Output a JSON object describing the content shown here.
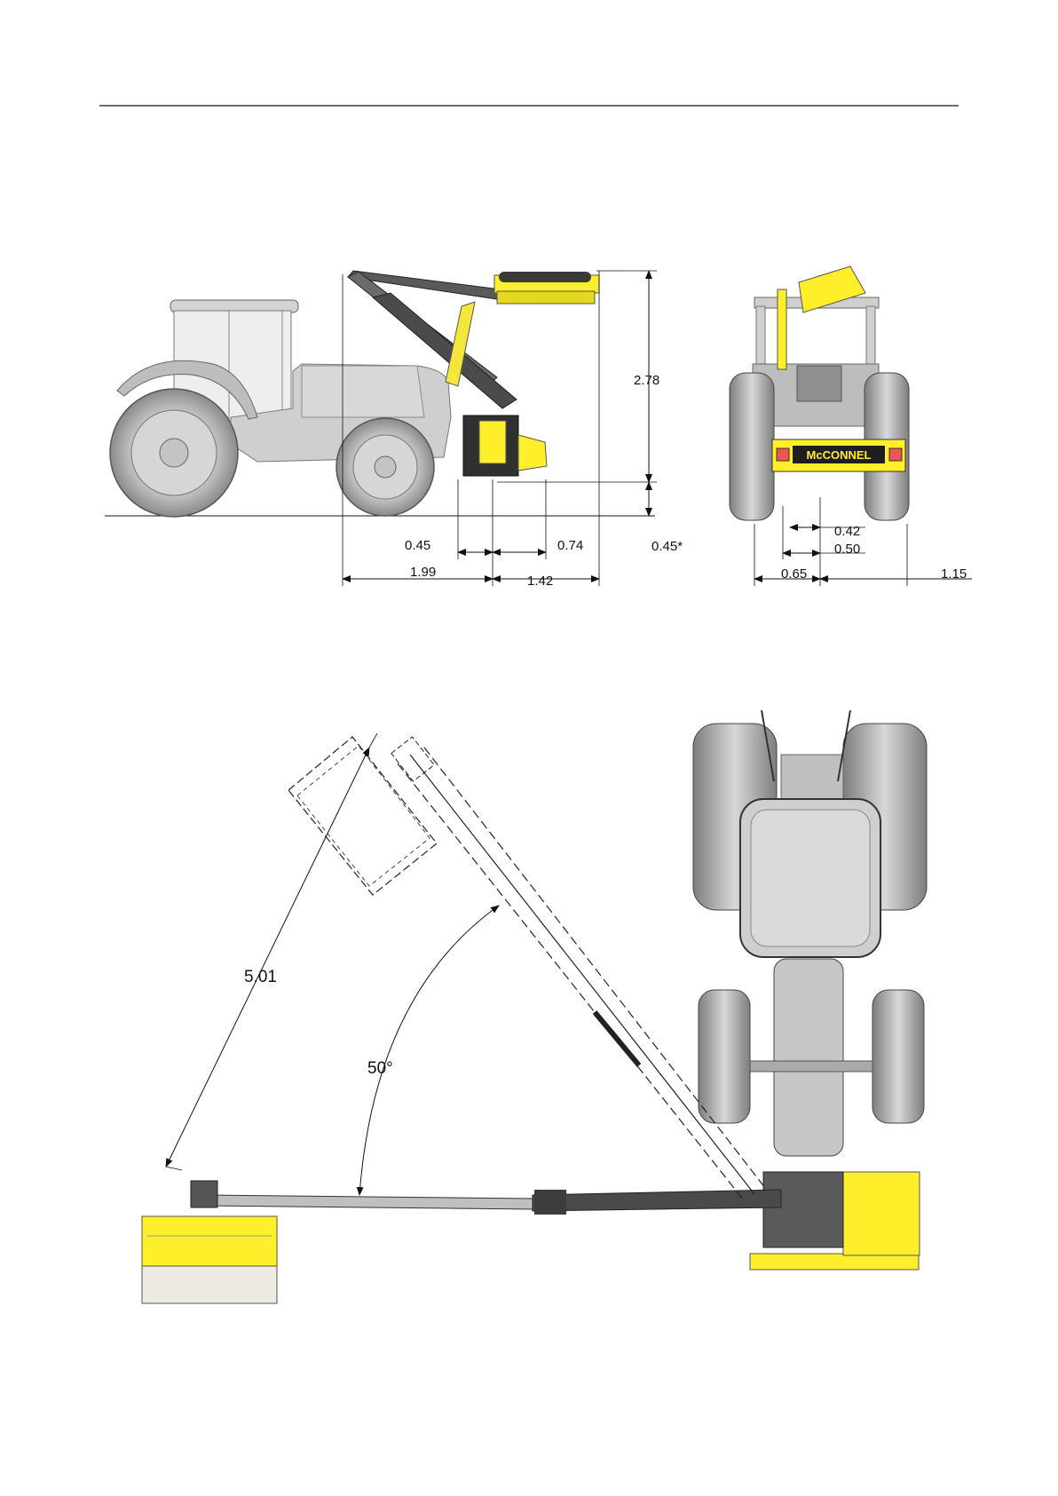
{
  "colors": {
    "implement_yellow": "#ffee2a",
    "tractor_grey": "#c6c6c6",
    "tyre_grey": "#9a9a9a",
    "arm_dark": "#5a5a5a",
    "line": "#111111"
  },
  "side_view": {
    "dimensions": {
      "height": "2.78",
      "ground_clearance": "0.45*",
      "a": "0.45",
      "b": "0.74",
      "c": "1.99",
      "d": "1.42"
    }
  },
  "rear_view": {
    "brand": "McCONNEL",
    "dimensions": {
      "a": "0.42",
      "b": "0.50",
      "c": "0.65",
      "d": "1.15"
    }
  },
  "top_view": {
    "reach": "5.01",
    "slew_angle": "50°"
  }
}
